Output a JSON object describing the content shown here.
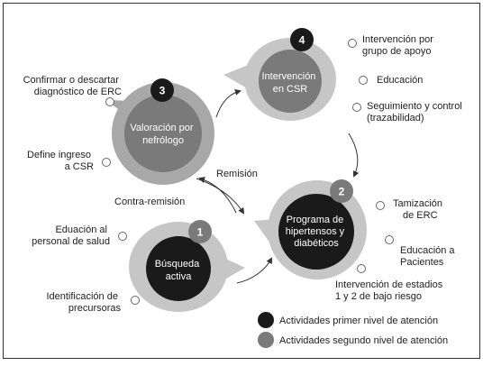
{
  "colors": {
    "dark": "#1a1a1a",
    "mid_gray": "#7a7a7a",
    "ring_gray": "#a8a8a8",
    "light_gray": "#c6c6c6",
    "text": "#222222",
    "border": "#333333"
  },
  "nodes": [
    {
      "id": "valoracion",
      "number": "3",
      "title": [
        "Valoración por",
        "nefrólogo"
      ],
      "level": "primer",
      "notes": [
        [
          "Confirmar o descartar",
          "diagnóstico de ERC"
        ],
        [
          "Define ingreso",
          "a CSR"
        ]
      ]
    },
    {
      "id": "intervencion_csr",
      "number": "4",
      "title": [
        "Intervención",
        "en CSR"
      ],
      "level": "primer",
      "notes": [
        [
          "Intervención por",
          "grupo de apoyo"
        ],
        [
          "Educación"
        ],
        [
          "Seguimiento y control",
          "(trazabilidad)"
        ]
      ]
    },
    {
      "id": "programa",
      "number": "2",
      "title": [
        "Programa de",
        "hipertensos y",
        "diabéticos"
      ],
      "level": "segundo",
      "notes": [
        [
          "Tamización",
          "de ERC"
        ],
        [
          "Educación a",
          "Pacientes"
        ],
        [
          "Intervención de estadios",
          "1 y 2 de bajo riesgo"
        ]
      ]
    },
    {
      "id": "busqueda",
      "number": "1",
      "title": [
        "Búsqueda",
        "activa"
      ],
      "level": "segundo",
      "notes": [
        [
          "Eduación al",
          "personal de salud"
        ],
        [
          "Identificación de",
          "precursoras"
        ]
      ]
    }
  ],
  "flows": {
    "remision": "Remisión",
    "contra_remision": "Contra-remisión"
  },
  "legend": [
    {
      "label": "Actividades primer nivel de atención",
      "level": "primer"
    },
    {
      "label": "Actividades segundo nivel de atención",
      "level": "segundo"
    }
  ]
}
